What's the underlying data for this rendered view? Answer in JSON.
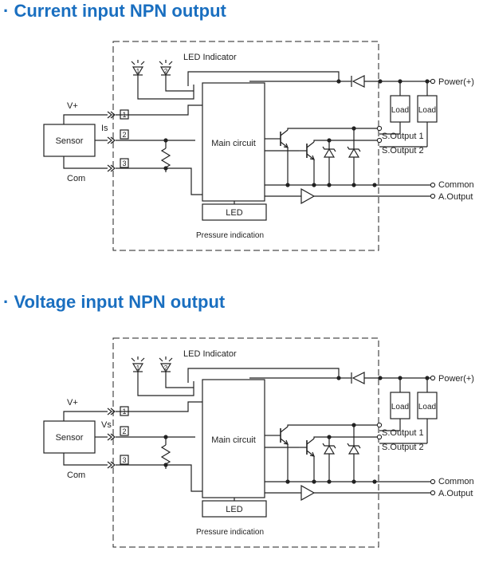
{
  "sections": [
    {
      "title": "· Current input NPN output",
      "input_signal_label": "Is",
      "labels": {
        "led_indicator": "LED Indicator",
        "vplus": "V+",
        "com": "Com",
        "sensor": "Sensor",
        "main_circuit": "Main circuit",
        "led": "LED",
        "pressure_indication": "Pressure indication",
        "power": "Power(+)",
        "load": "Load",
        "s_output_1": "S.Output 1",
        "s_output_2": "S.Output 2",
        "common": "Common",
        "a_output": "A.Output",
        "pin1": "1",
        "pin2": "2",
        "pin3": "3",
        "led1": "1",
        "led2": "2"
      }
    },
    {
      "title": "· Voltage input NPN output",
      "input_signal_label": "Vs",
      "labels": {
        "led_indicator": "LED Indicator",
        "vplus": "V+",
        "com": "Com",
        "sensor": "Sensor",
        "main_circuit": "Main circuit",
        "led": "LED",
        "pressure_indication": "Pressure indication",
        "power": "Power(+)",
        "load": "Load",
        "s_output_1": "S.Output 1",
        "s_output_2": "S.Output 2",
        "common": "Common",
        "a_output": "A.Output",
        "pin1": "1",
        "pin2": "2",
        "pin3": "3",
        "led1": "1",
        "led2": "2"
      }
    }
  ]
}
